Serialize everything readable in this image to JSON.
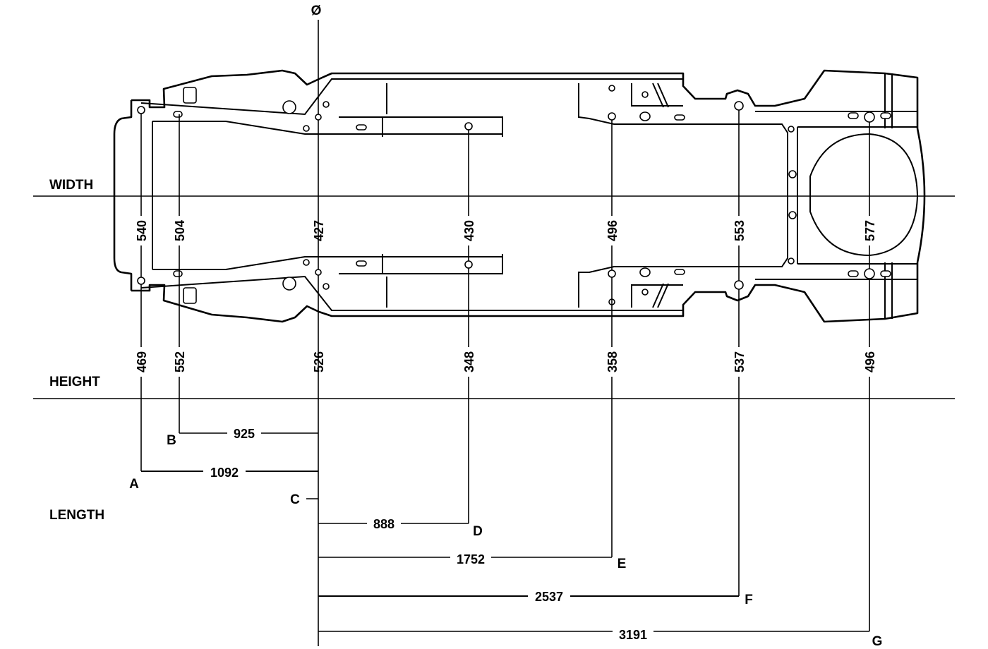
{
  "symbols": {
    "datum": "Ø"
  },
  "section_labels": {
    "width": "WIDTH",
    "height": "HEIGHT",
    "length": "LENGTH"
  },
  "points": [
    {
      "id": "A",
      "width": "540",
      "height": "469",
      "length": "1092"
    },
    {
      "id": "B",
      "width": "504",
      "height": "552",
      "length": "925"
    },
    {
      "id": "C",
      "width": "427",
      "height": "526",
      "length": ""
    },
    {
      "id": "D",
      "width": "430",
      "height": "348",
      "length": "888"
    },
    {
      "id": "E",
      "width": "496",
      "height": "358",
      "length": "1752"
    },
    {
      "id": "F",
      "width": "553",
      "height": "537",
      "length": "2537"
    },
    {
      "id": "G",
      "width": "577",
      "height": "496",
      "length": "3191"
    }
  ]
}
